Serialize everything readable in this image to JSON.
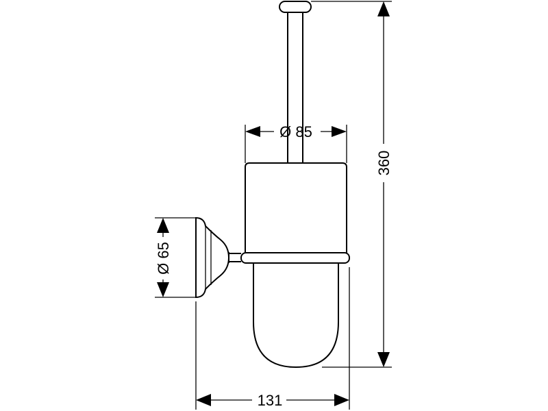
{
  "dimensions": {
    "top_diameter": "Ø 85",
    "overall_height": "360",
    "base_diameter": "Ø 65",
    "projection": "131"
  }
}
